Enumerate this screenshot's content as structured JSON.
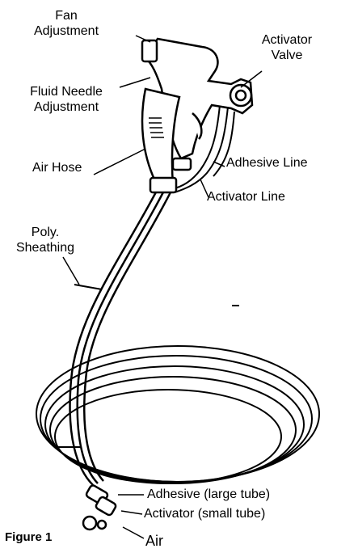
{
  "figure": {
    "caption": "Figure 1",
    "labels": {
      "fan_adjustment": [
        "Fan",
        "Adjustment"
      ],
      "activator_valve": [
        "Activator",
        "Valve"
      ],
      "fluid_needle_adjustment": [
        "Fluid Needle",
        "Adjustment"
      ],
      "air_hose": "Air Hose",
      "adhesive_line": "Adhesive Line",
      "activator_line": "Activator Line",
      "poly_sheathing": [
        "Poly.",
        "Sheathing"
      ],
      "adhesive_large_tube": "Adhesive (large tube)",
      "activator_small_tube": "Activator (small tube)",
      "air": "Air"
    }
  }
}
